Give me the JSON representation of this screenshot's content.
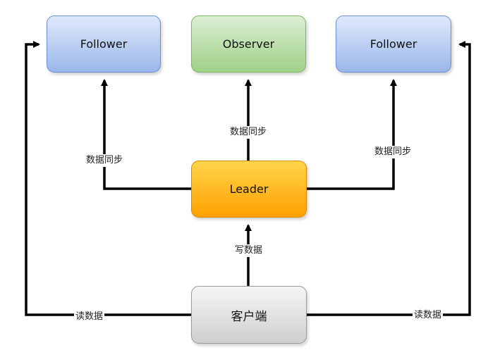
{
  "nodes": {
    "follower_left": "Follower",
    "observer": "Observer",
    "follower_right": "Follower",
    "leader": "Leader",
    "client": "客户端"
  },
  "edges": {
    "sync_left": "数据同步",
    "sync_center": "数据同步",
    "sync_right": "数据同步",
    "write": "写数据",
    "read_left": "读数据",
    "read_right": "读数据"
  },
  "colors": {
    "follower": "#9ab7ea",
    "observer": "#9fd187",
    "leader": "#ffb300",
    "client": "#d9d9d9",
    "line": "#000000"
  }
}
